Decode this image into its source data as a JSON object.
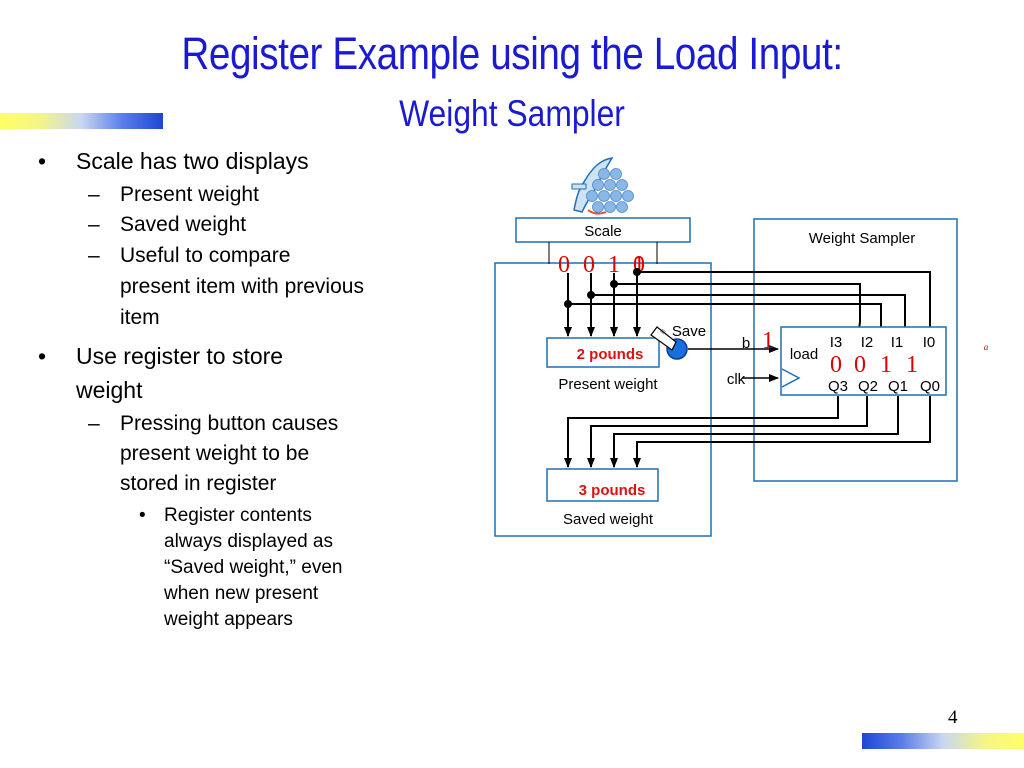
{
  "title": "Register Example using the Load Input:",
  "subtitle": "Weight Sampler",
  "page_number": "4",
  "bullets": [
    {
      "text": "Scale has two displays",
      "children": [
        "Present weight",
        "Saved weight",
        "Useful to compare\npresent item with previous\nitem"
      ]
    },
    {
      "text": "Use register to store\nweight",
      "children": [
        "Pressing button causes\npresent weight to be\nstored in register"
      ]
    }
  ],
  "sub_sub_bullet": "Register contents\nalways displayed as\n“Saved weight,” even\nwhen new present\nweight appears",
  "diagram": {
    "scale_label": "Scale",
    "weight_sampler_label": "Weight Sampler",
    "present_value": "2 pounds",
    "present_label": "Present weight",
    "saved_value": "3 pounds",
    "saved_label": "Saved weight",
    "save_label": "Save",
    "b_label": "b",
    "b_value": "1",
    "clk_label": "clk",
    "load_label": "load",
    "input_labels": [
      "I3",
      "I2",
      "I1",
      "I0"
    ],
    "output_labels": [
      "Q3",
      "Q2",
      "Q1",
      "Q0"
    ],
    "scale_bits": [
      "0",
      "0",
      "1",
      "0"
    ],
    "scale_bit_overlay": "1",
    "register_bits": [
      "0",
      "0",
      "1",
      "1"
    ],
    "stray_mark": "a"
  },
  "colors": {
    "title": "#1a1ad0",
    "frame": "#1e6fb5",
    "value_text": "#dd1111",
    "bits": "#dd0000",
    "grapes": "#8ab8e6"
  }
}
